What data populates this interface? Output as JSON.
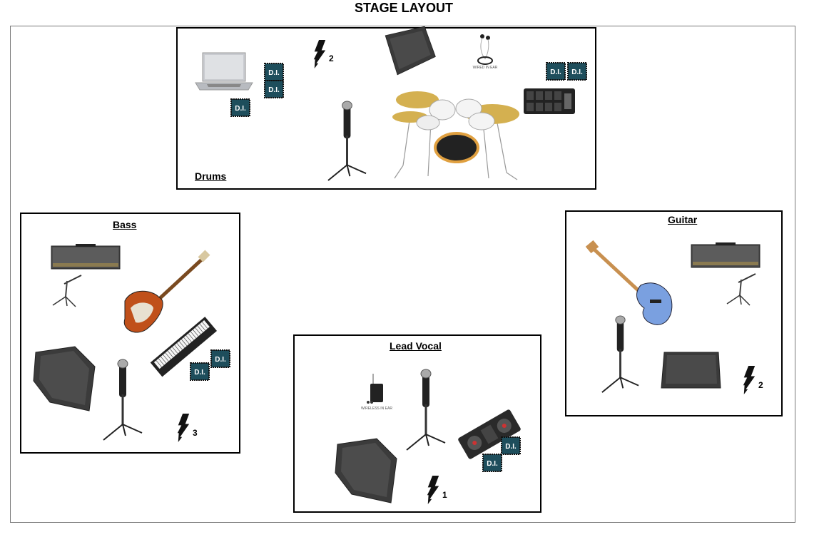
{
  "title": "STAGE LAYOUT",
  "zones": {
    "drums": {
      "label": "Drums"
    },
    "bass": {
      "label": "Bass"
    },
    "guitar": {
      "label": "Guitar"
    },
    "lead_vocal": {
      "label": "Lead Vocal"
    }
  },
  "di_label": "D.I.",
  "wired_iem_label": "WIRED IN EAR",
  "wireless_iem_label": "WIRELESS IN EAR",
  "power": {
    "drums": "2",
    "bass": "3",
    "guitar": "2",
    "lead_vocal": "1"
  },
  "colors": {
    "di_box": "#1e4e5c",
    "drum_shell": "#e0a040",
    "cymbal": "#d4b050",
    "bass_body": "#c0501a",
    "guitar_body": "#7aa0e0"
  }
}
